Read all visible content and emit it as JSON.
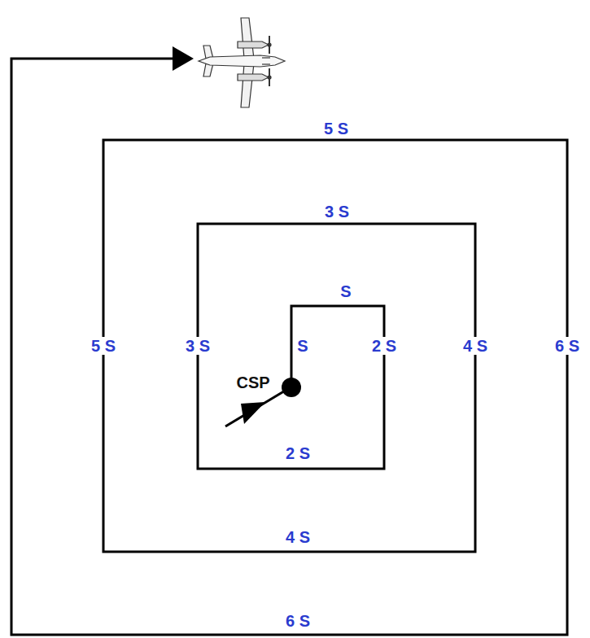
{
  "diagram": {
    "labels": [
      "5 S",
      "3 S",
      "S",
      "5 S",
      "3 S",
      "S",
      "2 S",
      "4 S",
      "6 S",
      "CSP",
      "2 S",
      "4 S",
      "6 S"
    ]
  }
}
